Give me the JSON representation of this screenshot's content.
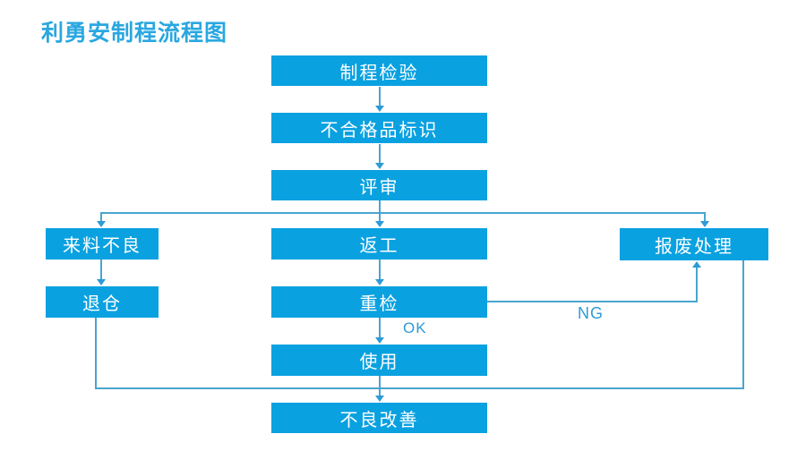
{
  "title": "利勇安制程流程图",
  "flowchart": {
    "nodes": {
      "process_inspection": "制程检验",
      "nonconforming_mark": "不合格品标识",
      "review": "评审",
      "incoming_defect": "来料不良",
      "rework": "返工",
      "scrap_disposal": "报废处理",
      "return_to_warehouse": "退仓",
      "recheck": "重检",
      "use": "使用",
      "defect_improvement": "不良改善"
    },
    "edge_labels": {
      "ok": "OK",
      "ng": "NG"
    },
    "colors": {
      "box_fill": "#0aa1e0",
      "box_text": "#ffffff",
      "connector": "#49a5cf",
      "arrowhead": "#2d9bd6",
      "title_text": "#2aa7e0",
      "background": "#ffffff"
    }
  }
}
